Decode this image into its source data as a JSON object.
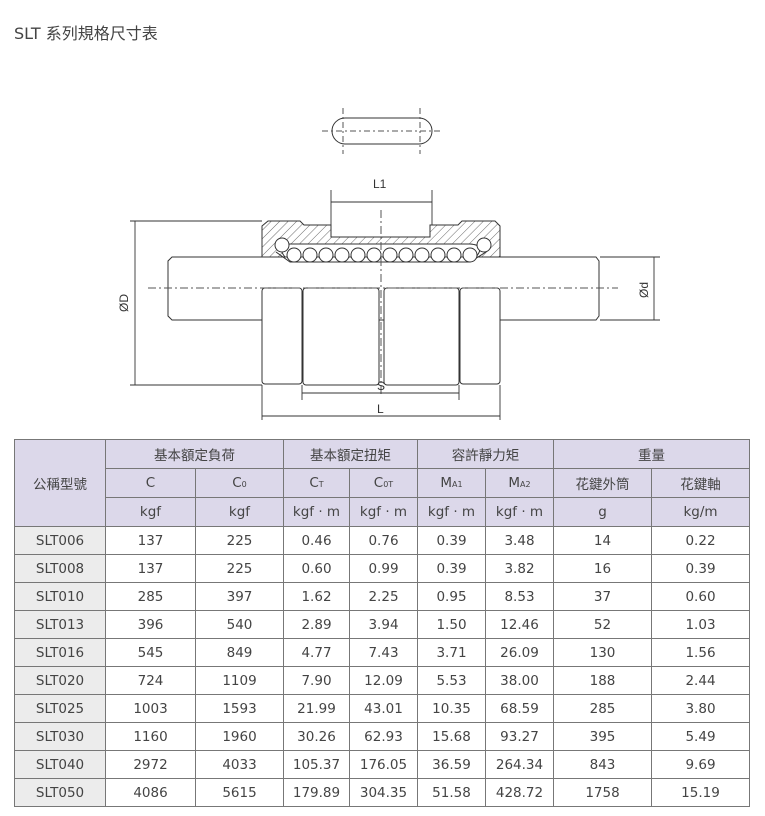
{
  "title": "SLT 系列規格尺寸表",
  "drawing": {
    "labels": {
      "L1": "L1",
      "D": "ØD",
      "d": "Ød",
      "S": "S",
      "L": "L"
    }
  },
  "table": {
    "model_header": "公稱型號",
    "groups": [
      "基本額定負荷",
      "基本額定扭矩",
      "容許靜力矩",
      "重量"
    ],
    "symbols": [
      {
        "main": "C",
        "sub": ""
      },
      {
        "main": "C",
        "sub": "0"
      },
      {
        "main": "C",
        "sub": "T"
      },
      {
        "main": "C",
        "sub": "0T"
      },
      {
        "main": "M",
        "sub": "A1"
      },
      {
        "main": "M",
        "sub": "A2"
      },
      {
        "main": "花鍵外筒",
        "sub": ""
      },
      {
        "main": "花鍵軸",
        "sub": ""
      }
    ],
    "units": [
      "kgf",
      "kgf",
      "kgf · m",
      "kgf · m",
      "kgf · m",
      "kgf · m",
      "g",
      "kg/m"
    ],
    "rows": [
      [
        "SLT006",
        "137",
        "225",
        "0.46",
        "0.76",
        "0.39",
        "3.48",
        "14",
        "0.22"
      ],
      [
        "SLT008",
        "137",
        "225",
        "0.60",
        "0.99",
        "0.39",
        "3.82",
        "16",
        "0.39"
      ],
      [
        "SLT010",
        "285",
        "397",
        "1.62",
        "2.25",
        "0.95",
        "8.53",
        "37",
        "0.60"
      ],
      [
        "SLT013",
        "396",
        "540",
        "2.89",
        "3.94",
        "1.50",
        "12.46",
        "52",
        "1.03"
      ],
      [
        "SLT016",
        "545",
        "849",
        "4.77",
        "7.43",
        "3.71",
        "26.09",
        "130",
        "1.56"
      ],
      [
        "SLT020",
        "724",
        "1109",
        "7.90",
        "12.09",
        "5.53",
        "38.00",
        "188",
        "2.44"
      ],
      [
        "SLT025",
        "1003",
        "1593",
        "21.99",
        "43.01",
        "10.35",
        "68.59",
        "285",
        "3.80"
      ],
      [
        "SLT030",
        "1160",
        "1960",
        "30.26",
        "62.93",
        "15.68",
        "93.27",
        "395",
        "5.49"
      ],
      [
        "SLT040",
        "2972",
        "4033",
        "105.37",
        "176.05",
        "36.59",
        "264.34",
        "843",
        "9.69"
      ],
      [
        "SLT050",
        "4086",
        "5615",
        "179.89",
        "304.35",
        "51.58",
        "428.72",
        "1758",
        "15.19"
      ]
    ]
  }
}
